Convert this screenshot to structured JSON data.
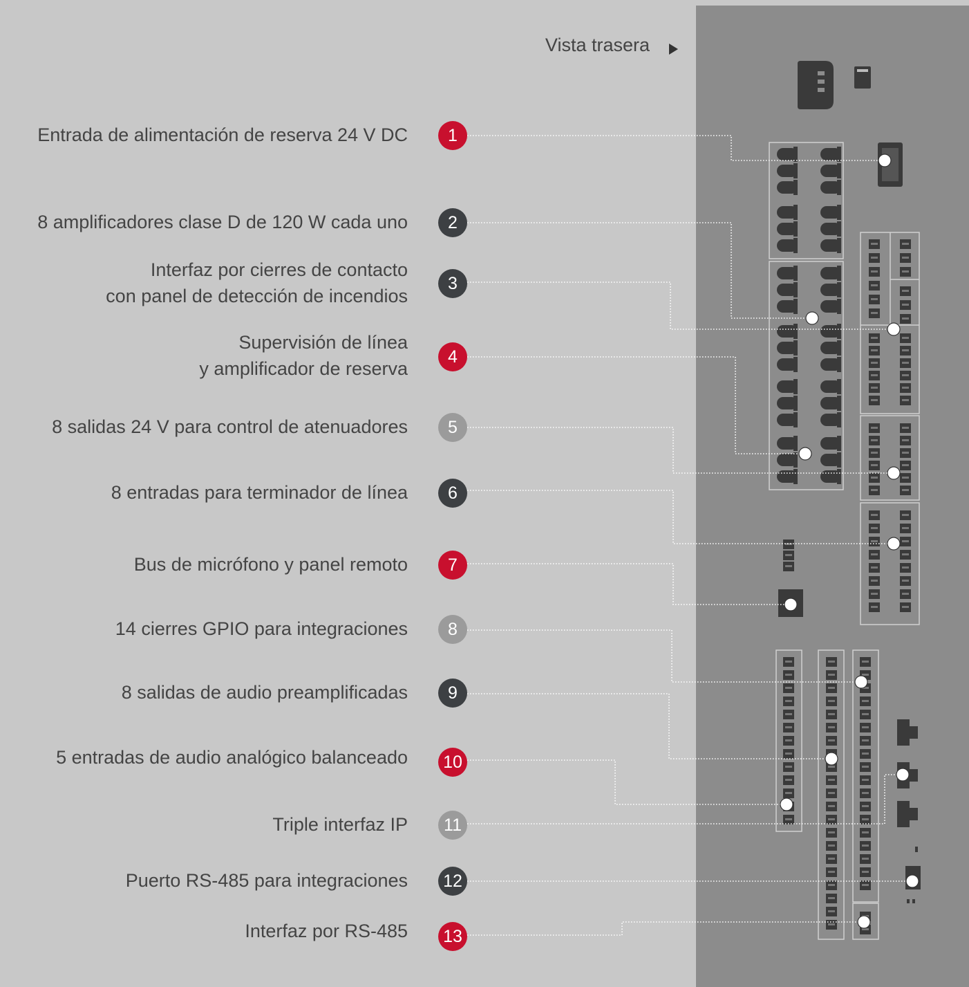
{
  "header": {
    "view_label": "Vista trasera"
  },
  "colors": {
    "red": "#c8102e",
    "dark": "#3d4043",
    "gray": "#9b9b9b",
    "panel": "#8c8c8c",
    "background": "#c8c8c8",
    "dots": "#ffffff"
  },
  "callouts": [
    {
      "number": "1",
      "lines": [
        "Entrada de alimentación de reserva 24 V DC"
      ],
      "color": "red"
    },
    {
      "number": "2",
      "lines": [
        "8 amplificadores clase D de 120 W cada uno"
      ],
      "color": "dark"
    },
    {
      "number": "3",
      "lines": [
        "Interfaz por cierres de contacto",
        "con panel de detección de incendios"
      ],
      "color": "dark"
    },
    {
      "number": "4",
      "lines": [
        "Supervisión de línea",
        "y amplificador de reserva"
      ],
      "color": "red"
    },
    {
      "number": "5",
      "lines": [
        "8 salidas 24 V para control de atenuadores"
      ],
      "color": "gray"
    },
    {
      "number": "6",
      "lines": [
        "8 entradas para terminador de línea"
      ],
      "color": "dark"
    },
    {
      "number": "7",
      "lines": [
        "Bus de micrófono y panel remoto"
      ],
      "color": "red"
    },
    {
      "number": "8",
      "lines": [
        "14 cierres GPIO para integraciones"
      ],
      "color": "gray"
    },
    {
      "number": "9",
      "lines": [
        "8 salidas de audio preamplificadas"
      ],
      "color": "dark"
    },
    {
      "number": "10",
      "lines": [
        "5 entradas de audio analógico balanceado"
      ],
      "color": "red"
    },
    {
      "number": "11",
      "lines": [
        "Triple interfaz IP"
      ],
      "color": "gray"
    },
    {
      "number": "12",
      "lines": [
        "Puerto RS-485 para integraciones"
      ],
      "color": "dark"
    },
    {
      "number": "13",
      "lines": [
        "Interfaz por RS-485"
      ],
      "color": "red"
    }
  ]
}
